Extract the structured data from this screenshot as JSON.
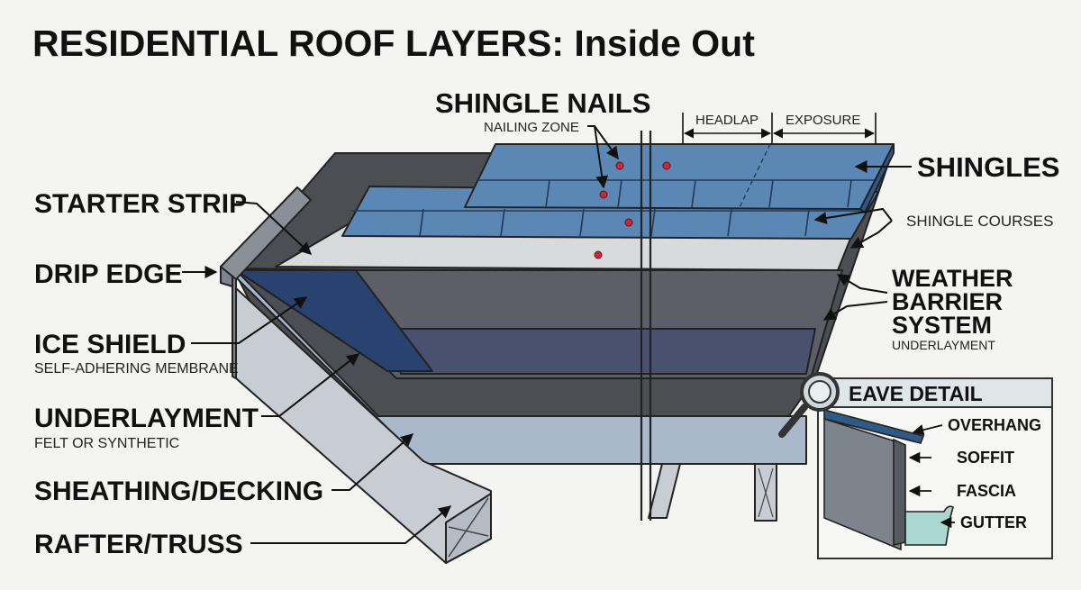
{
  "title": "RESIDENTIAL ROOF LAYERS: Inside Out",
  "labels": {
    "shingle_nails": "SHINGLE NAILS",
    "nailing_zone": "NAILING ZONE",
    "headlap": "HEADLAP",
    "exposure": "EXPOSURE",
    "shingles": "SHINGLES",
    "shingle_courses": "SHINGLE COURSES",
    "weather_barrier_1": "WEATHER",
    "weather_barrier_2": "BARRIER",
    "weather_barrier_3": "SYSTEM",
    "weather_barrier_sub": "UNDERLAYMENT",
    "starter_strip": "STARTER STRIP",
    "drip_edge": "DRIP EDGE",
    "ice_shield": "ICE SHIELD",
    "ice_shield_sub": "SELF-ADHERING MEMBRANE",
    "underlayment": "UNDERLAYMENT",
    "underlayment_sub": "FELT OR SYNTHETIC",
    "sheathing": "SHEATHING/DECKING",
    "rafter": "RAFTER/TRUSS"
  },
  "eave_detail": {
    "title": "EAVE DETAIL",
    "overhang": "OVERHANG",
    "soffit": "SOFFIT",
    "fascia": "FASCIA",
    "gutter": "GUTTER"
  },
  "icons": {
    "magnifier": "magnifier-icon"
  },
  "colors": {
    "shingle": "#5b87b5",
    "shingle_dark": "#2f5a86",
    "ice_shield": "#2a4270",
    "underlayment": "#5c5f66",
    "sheathing": "#a9b9cb",
    "starter": "#d8dadc",
    "rafter": "#c7cdd3",
    "nail": "#c8283a",
    "detail_header": "#dfe6e8",
    "gutter_water": "#a8d8d0"
  }
}
